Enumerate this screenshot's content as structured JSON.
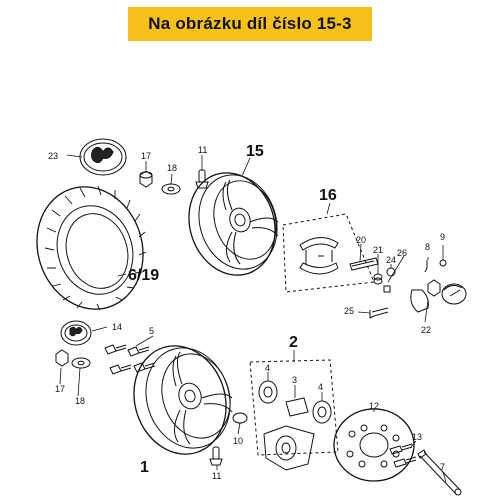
{
  "banner": {
    "text": "Na obrázku díl číslo 15-3"
  },
  "callouts": {
    "c23": "23",
    "c17a": "17",
    "c18a": "18",
    "c11a": "11",
    "c15": "15",
    "c16": "16",
    "c619": "6/19",
    "c20": "20",
    "c21": "21",
    "c24": "24",
    "c26": "26",
    "c8": "8",
    "c9": "9",
    "c25": "25",
    "c22": "22",
    "c14": "14",
    "c5": "5",
    "c17b": "17",
    "c18b": "18",
    "c2": "2",
    "c4a": "4",
    "c3": "3",
    "c4b": "4",
    "c10": "10",
    "c11b": "11",
    "c1": "1",
    "c12": "12",
    "c13": "13",
    "c7": "7"
  },
  "colors": {
    "banner_bg": "#f6c21a",
    "ink": "#111111"
  }
}
